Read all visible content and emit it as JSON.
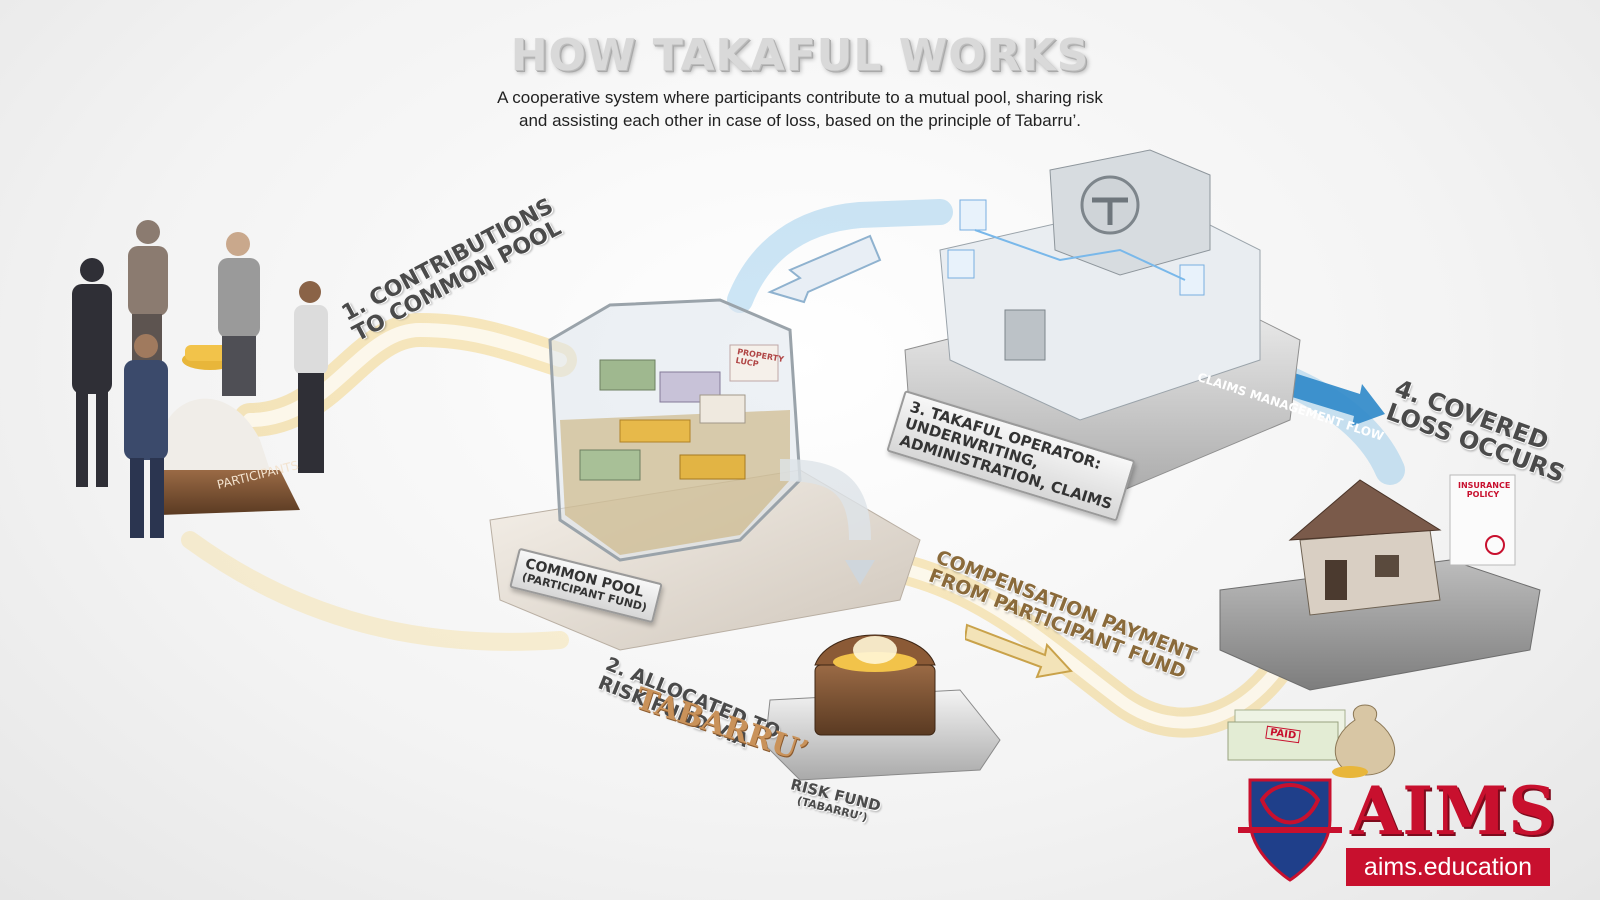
{
  "title": "HOW TAKAFUL WORKS",
  "subtitle": {
    "line1": "A cooperative system where participants contribute to a mutual pool, sharing risk",
    "line2": "and assisting each other in case of loss, based on the principle of Tabarru’."
  },
  "steps": {
    "step1": {
      "line1": "1. CONTRIBUTIONS",
      "line2": "TO COMMON POOL"
    },
    "step2": {
      "line1": "2. ALLOCATED TO",
      "line2": "RISK FUND VIA",
      "word": "TABARRU’"
    },
    "step3": {
      "line1": "3. TAKAFUL OPERATOR:",
      "line2": "UNDERWRITING,",
      "line3": "ADMINISTRATION, CLAIMS"
    },
    "step4": {
      "line1": "4. COVERED",
      "line2": "LOSS OCCURS"
    }
  },
  "nodes": {
    "participants": "PARTICIPANTS",
    "common_pool": {
      "line1": "COMMON POOL",
      "line2": "(PARTICIPANT FUND)"
    },
    "risk_fund": {
      "line1": "RISK FUND",
      "line2": "(TABARRU’)"
    },
    "property_box": {
      "line1": "PROPERTY",
      "line2": "LUCP"
    },
    "insurance_policy": {
      "line1": "INSURANCE",
      "line2": "POLICY"
    },
    "cheque_stamp": "PAID"
  },
  "flows": {
    "claims": "CLAIMS MANAGEMENT FLOW",
    "compensation": {
      "line1": "COMPENSATION PAYMENT",
      "line2": "FROM PARTICIPANT FUND"
    }
  },
  "logo": {
    "word": "AIMS",
    "url": "aims.education"
  },
  "colors": {
    "gold_flow": "#f2c34a",
    "blue_flow": "#6fb6e6",
    "brand_red": "#c8102e",
    "label_gray": "#4a4a4a"
  }
}
